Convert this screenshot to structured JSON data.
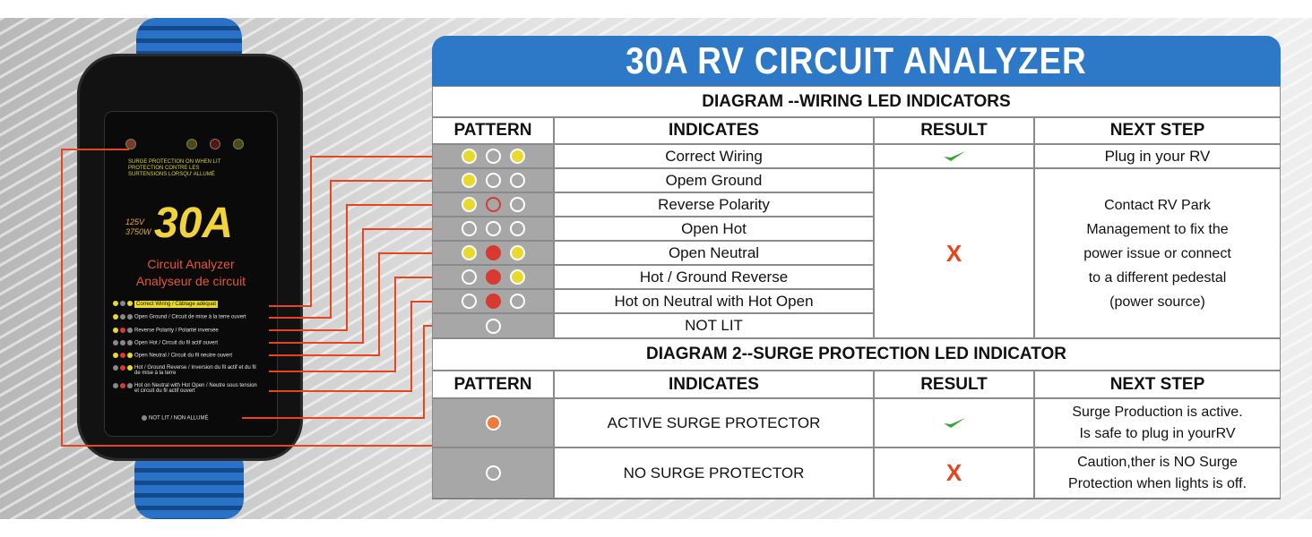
{
  "title": "30A RV CIRCUIT ANALYZER",
  "device": {
    "led_caption": "SURGE PROTECTION ON WHEN LIT PROTECTION CONTRE LES SURTENSIONS LORSQU' ALLUMÉ",
    "amperage": "30A",
    "voltage": "125V",
    "wattage": "3750W",
    "name_en": "Circuit Analyzer",
    "name_fr": "Analyseur de circuit",
    "legend": [
      "Correct Wiring / Câblage adéquat",
      "Open Ground / Circuit de mise à la terre ouvert",
      "Reverse Polarity / Polarité inversée",
      "Open Hot / Circuit du fil actif ouvert",
      "Open Neutral / Circuit du fil neutre ouvert",
      "Hot / Ground Reverse / Inversion du fil actif et du fil de mise à la terre",
      "Hot on Neutral with Hot Open / Neutre sous tension et circuit du fil actif ouvert",
      "NOT LIT / NON ALLUMÉ"
    ]
  },
  "diagram1": {
    "title": "DIAGRAM --WIRING LED INDICATORS",
    "headers": [
      "PATTERN",
      "INDICATES",
      "RESULT",
      "NEXT STEP"
    ],
    "rows": [
      {
        "pattern": [
          "yellow",
          "white",
          "yellow"
        ],
        "indicates": "Correct Wiring"
      },
      {
        "pattern": [
          "yellow",
          "white",
          "white"
        ],
        "indicates": "Opem Ground"
      },
      {
        "pattern": [
          "yellow",
          "redring",
          "white"
        ],
        "indicates": "Reverse Polarity"
      },
      {
        "pattern": [
          "white",
          "white",
          "white"
        ],
        "indicates": "Open Hot"
      },
      {
        "pattern": [
          "yellow",
          "red",
          "yellow"
        ],
        "indicates": "Open Neutral"
      },
      {
        "pattern": [
          "white",
          "red",
          "yellow"
        ],
        "indicates": "Hot / Ground Reverse"
      },
      {
        "pattern": [
          "white",
          "red",
          "white"
        ],
        "indicates": "Hot on Neutral with Hot Open"
      },
      {
        "pattern": [
          "white"
        ],
        "indicates": "NOT LIT"
      }
    ],
    "result_ok_icon": "check-icon",
    "result_fail_icon": "x-icon",
    "result_fail": "X",
    "next_ok": "Plug in your RV",
    "next_fail": [
      "Contact RV Park",
      "Management to fix the",
      "power issue or connect",
      "to a different pedestal",
      "(power source)"
    ]
  },
  "diagram2": {
    "title": "DIAGRAM 2--SURGE PROTECTION LED INDICATOR",
    "headers": [
      "PATTERN",
      "INDICATES",
      "RESULT",
      "NEXT STEP"
    ],
    "rows": [
      {
        "pattern": "orange",
        "indicates": "ACTIVE SURGE PROTECTOR",
        "result_icon": "check-icon",
        "next": [
          "Surge Production is active.",
          "Is safe to plug in yourRV"
        ]
      },
      {
        "pattern": "white",
        "indicates": "NO SURGE PROTECTOR",
        "result_icon": "x-icon",
        "result": "X",
        "next": [
          "Caution,ther is NO Surge",
          "Protection when lights is off."
        ]
      }
    ]
  },
  "colors": {
    "brand_blue": "#2e78c8",
    "lead_red": "#e8441d",
    "led_yellow": "#e8d92c",
    "led_red": "#d93a30",
    "check_green": "#3aa335"
  }
}
